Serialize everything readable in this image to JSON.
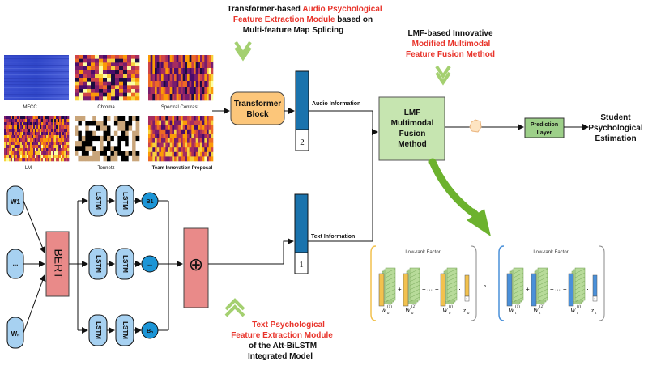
{
  "annotations": {
    "audio_module": {
      "line1_a": "Transformer-based ",
      "line1_b": "Audio Psychological",
      "line2_a": "Feature Extraction Module",
      "line2_b": " based on",
      "line3": "Multi-feature Map Splicing"
    },
    "fusion_method": {
      "line1": "LMF-based Innovative",
      "line2": "Modified Multimodal",
      "line3": "Feature Fusion Method"
    },
    "text_module": {
      "line1": "Text Psychological",
      "line2": "Feature Extraction Module",
      "line3": "of the Att-BiLSTM",
      "line4": "Integrated Model"
    }
  },
  "feature_maps": [
    {
      "label": "MFCC",
      "palette": "blue"
    },
    {
      "label": "Chroma",
      "palette": "magma"
    },
    {
      "label": "Spectral Contrast",
      "palette": "magma"
    },
    {
      "label": "LM",
      "palette": "magma"
    },
    {
      "label": "Tonnetz",
      "palette": "binary"
    },
    {
      "label": "Team Innovation Proposal",
      "palette": "magma"
    }
  ],
  "blocks": {
    "transformer": {
      "line1": "Transformer",
      "line2": "Block"
    },
    "lmf": {
      "line1": "LMF",
      "line2": "Multimodal",
      "line3": "Fusion",
      "line4": "Method"
    },
    "prediction": {
      "line1": "Prediction",
      "line2": "Layer"
    },
    "output": {
      "line1": "Student",
      "line2": "Psychological",
      "line3": "Estimation"
    },
    "bert": "BERT",
    "audio_vector_index": "2",
    "text_vector_index": "1",
    "audio_info": "Audio Information",
    "text_info": "Text Information",
    "concat_symbol": "⊕"
  },
  "text_inputs": [
    "W1",
    "...",
    "Wₙ"
  ],
  "lstm_label": "LSTM",
  "hidden_outputs": [
    "B1",
    "...",
    "Bₙ"
  ],
  "lowrank": {
    "title": "Low-rank Factor",
    "audio_factors": [
      "W",
      "W",
      "W"
    ],
    "audio_sups": [
      "(1)",
      "(2)",
      "(r)"
    ],
    "audio_sub": "a",
    "audio_z": "z",
    "audio_z_sub": "a",
    "text_factors": [
      "W",
      "W",
      "W"
    ],
    "text_sups": [
      "(1)",
      "(2)",
      "(r)"
    ],
    "text_sub": "t",
    "text_z": "z",
    "text_z_sub": "t",
    "plus": "+",
    "dots": "···",
    "dot_op": "·",
    "mult_op": "∘",
    "one": "1"
  },
  "colors": {
    "red_text": "#e8332a",
    "transformer_fill": "#fcc67a",
    "lmf_fill": "#c6e5b0",
    "prediction_fill": "#9dd089",
    "bert_fill": "#e98a89",
    "lstm_fill": "#a7d1f1",
    "b_circle_fill": "#1c95d6",
    "vector_fill": "#1a73ad",
    "green_arrow": "#6cb22e",
    "audio_factor": "#f2c14e",
    "text_factor": "#4a90d9"
  }
}
